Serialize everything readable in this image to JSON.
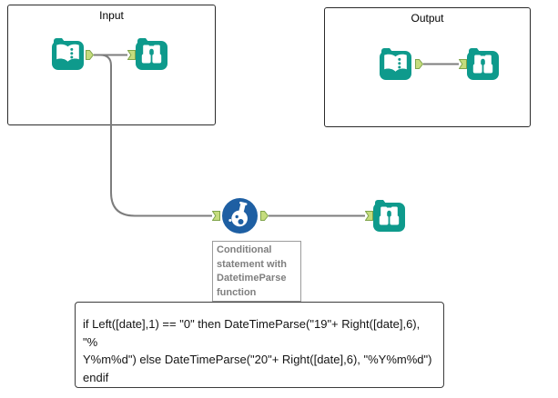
{
  "containers": [
    {
      "label": "Input"
    },
    {
      "label": "Output"
    }
  ],
  "tools": [
    {
      "id": "input-data-1",
      "icon": "open-book-with-dots",
      "container": "Input"
    },
    {
      "id": "browse-1",
      "icon": "binoculars",
      "container": "Input"
    },
    {
      "id": "input-data-2",
      "icon": "open-book-with-dots",
      "container": "Output"
    },
    {
      "id": "browse-2",
      "icon": "binoculars",
      "container": "Output"
    },
    {
      "id": "formula-1",
      "icon": "flask",
      "container": null
    },
    {
      "id": "browse-3",
      "icon": "binoculars",
      "container": null
    }
  ],
  "annotation": {
    "lines": [
      "Conditional",
      "statement with",
      "DatetimeParse",
      "function"
    ]
  },
  "formula_box": {
    "lines": [
      "if Left([date],1) == \"0\" then DateTimeParse(\"19\"+ Right([date],6), \"%",
      "Y%m%d\") else DateTimeParse(\"20\"+ Right([date],6), \"%Y%m%d\")",
      "endif"
    ]
  },
  "colors": {
    "tool_teal": "#0E9A8C",
    "formula_blue": "#1E5FA3",
    "anchor_fill": "#C5DC7D",
    "anchor_stroke": "#7FA44A",
    "connection_gray": "#7D7D7D",
    "annotation_text": "#7F7F7F",
    "container_border": "#2B2B2B",
    "box_border": "#3C3C3C",
    "annotation_border": "#9C9C9C",
    "text_color": "#141414"
  }
}
